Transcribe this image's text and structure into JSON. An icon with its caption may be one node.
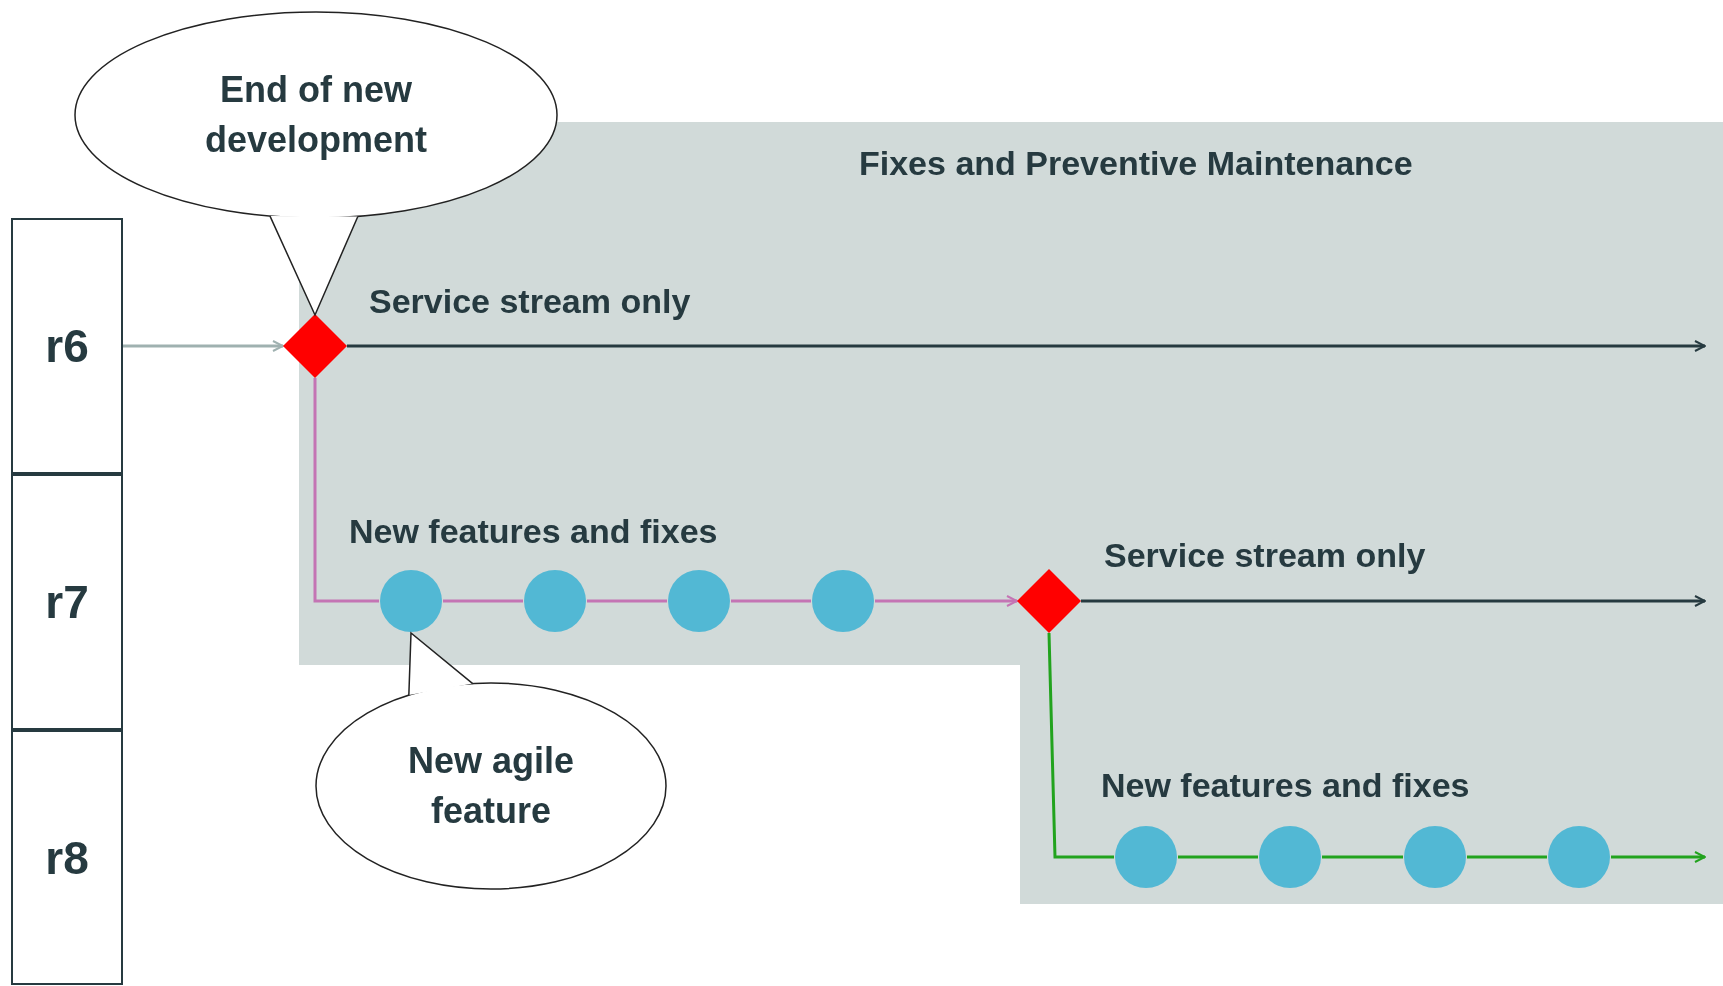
{
  "diagram": {
    "nodes": [
      {
        "text": [
          "Fixes and Preventive Maintenance"
        ]
      },
      {
        "text": [
          "r6"
        ]
      },
      {
        "text": [
          "r7"
        ]
      },
      {
        "text": [
          "r8"
        ]
      },
      {
        "text": [
          "End of new development"
        ]
      },
      {
        "text": [],
        "shape": "diamond",
        "in": 0
      },
      {
        "text": [],
        "shape": "circle",
        "in": 0
      },
      {
        "text": [],
        "shape": "circle",
        "in": 0
      },
      {
        "text": [],
        "shape": "circle",
        "in": 0
      },
      {
        "text": [],
        "shape": "circle",
        "in": 0
      },
      {
        "text": [],
        "shape": "diamond",
        "in": 0
      },
      {
        "text": [],
        "shape": "circle",
        "in": 0
      },
      {
        "text": [],
        "shape": "circle",
        "in": 0
      },
      {
        "text": [],
        "shape": "circle",
        "in": 0
      },
      {
        "text": [],
        "shape": "circle",
        "in": 0
      },
      {
        "text": [
          "New agile feature"
        ]
      }
    ],
    "edges": [
      {
        "from": 1,
        "to": 5,
        "arrow": "to",
        "color": "#9fb1b0"
      },
      {
        "from": 5,
        "to": null,
        "arrow": "to",
        "label": "Service stream only",
        "color": "#263a40"
      },
      {
        "from": 5,
        "to": 6,
        "arrow": "none",
        "color": "#c474b4"
      },
      {
        "from": 6,
        "to": 7,
        "arrow": "none",
        "color": "#c474b4"
      },
      {
        "from": 7,
        "to": 8,
        "arrow": "none",
        "color": "#c474b4"
      },
      {
        "from": 8,
        "to": 9,
        "arrow": "none",
        "color": "#c474b4"
      },
      {
        "from": 9,
        "to": 10,
        "arrow": "to",
        "color": "#c474b4"
      },
      {
        "from": 10,
        "to": null,
        "arrow": "to",
        "label": "Service stream only",
        "color": "#263a40"
      },
      {
        "from": 10,
        "to": 11,
        "arrow": "none",
        "color": "#22a31e"
      },
      {
        "from": 11,
        "to": 12,
        "arrow": "none",
        "color": "#22a31e"
      },
      {
        "from": 12,
        "to": 13,
        "arrow": "none",
        "color": "#22a31e"
      },
      {
        "from": 13,
        "to": 14,
        "arrow": "none",
        "color": "#22a31e"
      },
      {
        "from": 14,
        "to": null,
        "arrow": "to",
        "color": "#22a31e"
      }
    ],
    "labels": [
      "New features and fixes",
      "New features and fixes"
    ]
  }
}
